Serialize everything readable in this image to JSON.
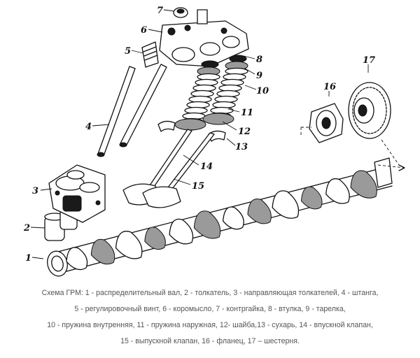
{
  "diagram": {
    "callouts": [
      {
        "id": "1",
        "label": "1"
      },
      {
        "id": "2",
        "label": "2"
      },
      {
        "id": "3",
        "label": "3"
      },
      {
        "id": "4",
        "label": "4"
      },
      {
        "id": "5",
        "label": "5"
      },
      {
        "id": "6",
        "label": "6"
      },
      {
        "id": "7",
        "label": "7"
      },
      {
        "id": "8",
        "label": "8"
      },
      {
        "id": "9",
        "label": "9"
      },
      {
        "id": "10",
        "label": "10"
      },
      {
        "id": "11",
        "label": "11"
      },
      {
        "id": "12",
        "label": "12"
      },
      {
        "id": "13",
        "label": "13"
      },
      {
        "id": "14",
        "label": "14"
      },
      {
        "id": "15",
        "label": "15"
      },
      {
        "id": "16",
        "label": "16"
      },
      {
        "id": "17",
        "label": "17"
      }
    ]
  },
  "caption": {
    "lines": [
      "Схема ГРМ: 1 - распределительный вал, 2 - толкатель, 3 - направляющая толкателей, 4 - штанга,",
      "5 - регулировочный винт, 6 - коромысло, 7 - контргайка, 8 - втулка, 9 - тарелка,",
      "10 - пружина внутренняя, 11 - пружина наружная, 12- шайба,13 - сухарь, 14 - впускной клапан,",
      "15 - выпускной клапан, 16 - фланец, 17 – шестерня."
    ]
  }
}
